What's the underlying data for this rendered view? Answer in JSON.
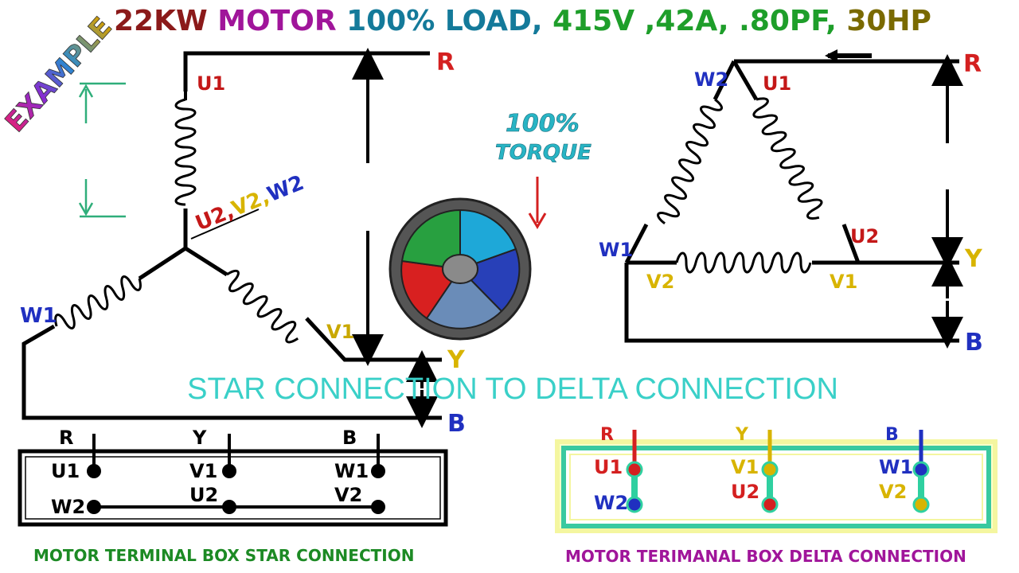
{
  "title": {
    "parts": [
      {
        "text": "22KW",
        "color": "#8b1a1a"
      },
      {
        "text": " MOTOR",
        "color": "#a0159a"
      },
      {
        "text": " 100% LOAD,",
        "color": "#147a9a"
      },
      {
        "text": " 415V ,42A,",
        "color": "#1e9e2a"
      },
      {
        "text": " .80PF,",
        "color": "#1e9e2a"
      },
      {
        "text": " 30HP",
        "color": "#7a6a00"
      }
    ]
  },
  "example_label": "EXAMPLE",
  "torque": {
    "line1": "100%",
    "line2": "TORQUE"
  },
  "headline": "STAR CONNECTION TO DELTA CONNECTION",
  "star": {
    "u1": "U1",
    "neutral": "U2,V2,W2",
    "w1": "W1",
    "v1": "V1",
    "r": "R",
    "y": "Y",
    "b": "B"
  },
  "delta": {
    "w2": "W2",
    "u1": "U1",
    "u2": "U2",
    "w1": "W1",
    "v2": "V2",
    "v1": "V1",
    "r": "R",
    "y": "Y",
    "b": "B"
  },
  "star_box": {
    "phases": [
      "R",
      "Y",
      "B"
    ],
    "top_terms": [
      "U1",
      "V1",
      "W1"
    ],
    "bottom_terms": [
      "W2",
      "U2",
      "V2"
    ],
    "caption": "MOTOR TERMINAL BOX STAR CONNECTION"
  },
  "delta_box": {
    "phases": [
      "R",
      "Y",
      "B"
    ],
    "top_terms": [
      "U1",
      "V1",
      "W1"
    ],
    "bottom_terms": [
      "W2",
      "U2",
      "V2"
    ],
    "caption": "MOTOR TERIMANAL BOX DELTA CONNECTION"
  },
  "colors": {
    "red": "#d42020",
    "yellow": "#d8b400",
    "blue": "#2030c0",
    "teal": "#28c4b4",
    "green": "#2fae7a"
  }
}
